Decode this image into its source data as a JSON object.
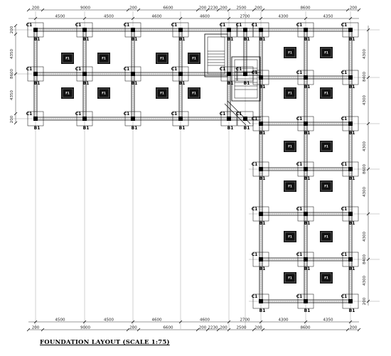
{
  "title": "FOUNDATION LAYOUT (SCALE 1:75)",
  "top_dims_outer": [
    "200",
    "9000",
    "200",
    "6600",
    "200",
    "2230",
    "200",
    "2500",
    "200",
    "8600",
    "200"
  ],
  "top_dims_inner": [
    "4500",
    "4500",
    "4600",
    "4600",
    "2700",
    "4300",
    "4350"
  ],
  "bottom_dims_inner": [
    "4500",
    "4500",
    "4600",
    "4600",
    "2700",
    "4300",
    "4350"
  ],
  "bottom_dims_outer": [
    "200",
    "9000",
    "200",
    "6600",
    "200",
    "2230",
    "200",
    "2500",
    "200",
    "8600",
    "200"
  ],
  "left_dims": [
    "200",
    "4350",
    "8600",
    "4350",
    "200"
  ],
  "right_dims": [
    "4300",
    "8400",
    "4300",
    "4300",
    "8600",
    "4300",
    "4300",
    "8400",
    "4300",
    "200"
  ],
  "column_label": "C1",
  "beam_label": "B1",
  "pad_label": "F1"
}
